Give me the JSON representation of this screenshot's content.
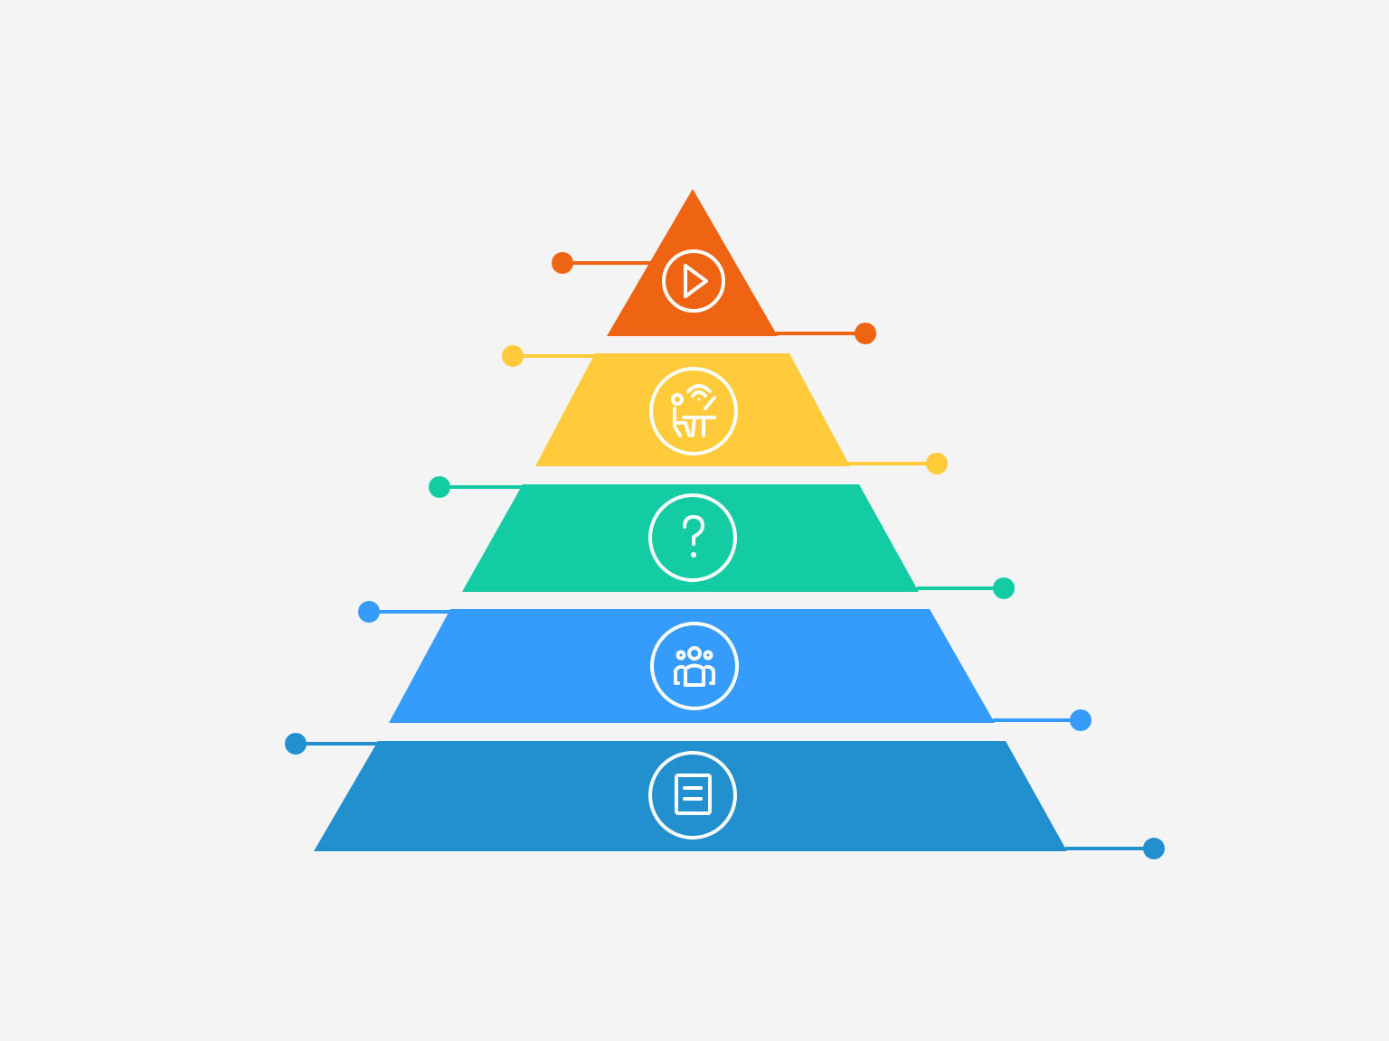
{
  "background": "#f4f4f4",
  "levels": [
    {
      "id": "level-1",
      "color": "#ef6413",
      "icon": "play-icon"
    },
    {
      "id": "level-2",
      "color": "#ffcb3a",
      "icon": "remote-work-icon"
    },
    {
      "id": "level-3",
      "color": "#14cca4",
      "icon": "question-icon"
    },
    {
      "id": "level-4",
      "color": "#369cfb",
      "icon": "team-icon"
    },
    {
      "id": "level-5",
      "color": "#228fcf",
      "icon": "document-icon"
    }
  ]
}
